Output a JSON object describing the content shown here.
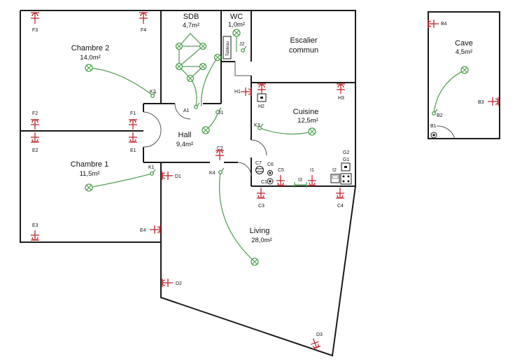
{
  "rooms": {
    "chambre2": {
      "name": "Chambre 2",
      "area": "14,0m²"
    },
    "sdb": {
      "name": "SDB",
      "area": "4,7m²"
    },
    "wc": {
      "name": "WC",
      "area": "1,0m²"
    },
    "escalier": {
      "name_line1": "Escalier",
      "name_line2": "commun"
    },
    "hall": {
      "name": "Hall",
      "area": "9,4m²"
    },
    "cuisine": {
      "name": "Cuisine",
      "area": "12,5m²"
    },
    "chambre1": {
      "name": "Chambre 1",
      "area": "11,5m²"
    },
    "living": {
      "name": "Living",
      "area": "28,0m²"
    },
    "cave": {
      "name": "Cave",
      "area": "4,5m²"
    }
  },
  "tableau_label": "Tableau",
  "tags": {
    "F3": "F3",
    "F4": "F4",
    "F2": "F2",
    "F1": "F1",
    "E2": "E2",
    "E1": "E1",
    "E3": "E3",
    "E4": "E4",
    "K2": "K2",
    "K1": "K1",
    "A1": "A1",
    "J1": "J1",
    "J2": "J2",
    "H1": "H1",
    "H2": "H2",
    "H3": "H3",
    "K3": "K3",
    "C2": "C2",
    "K4": "K4",
    "C7": "C7",
    "C6": "C6",
    "C5": "C5",
    "C1": "C1",
    "I1": "I1",
    "I2": "I2",
    "I3": "I3",
    "G2": "G2",
    "G1": "G1",
    "C3": "C3",
    "C4": "C4",
    "D1": "D1",
    "D2": "D2",
    "D3": "D3",
    "B1": "B1",
    "B2": "B2",
    "B3": "B3",
    "B4": "B4"
  },
  "colors": {
    "walls": "#1a1a1a",
    "lighting": "#4aa04a",
    "sockets": "#c0262c"
  }
}
